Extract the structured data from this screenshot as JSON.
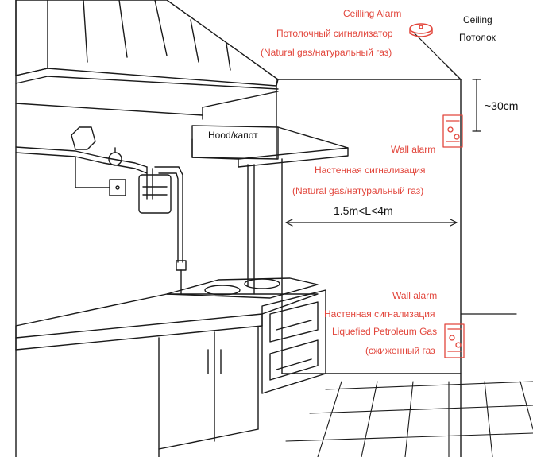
{
  "labels": {
    "ceiling_alarm": [
      "Ceilling Alarm",
      "Потолочный сигнализатор",
      "(Natural gas/натуральный газ)"
    ],
    "ceiling": [
      "Ceiling",
      "Потолок"
    ],
    "hood": "Hood/капот",
    "distance_ceiling": "~30cm",
    "wall_alarm_natural": [
      "Wall alarm",
      "Настенная сигнализация",
      "(Natural gas/натуральный газ)"
    ],
    "distance_range": "1.5m<L<4m",
    "wall_alarm_lpg": [
      "Wall alarm",
      "Настенная сигнализация",
      "Liquefied Petroleum Gas",
      "(сжиженный газ"
    ]
  },
  "colors": {
    "alarm_red": "#e2463c",
    "line": "#1a1a1a",
    "background": "#ffffff"
  },
  "icons": [
    "ceiling-detector-icon",
    "wall-detector-icon",
    "gas-meter-icon",
    "valve-icon",
    "socket-icon"
  ]
}
